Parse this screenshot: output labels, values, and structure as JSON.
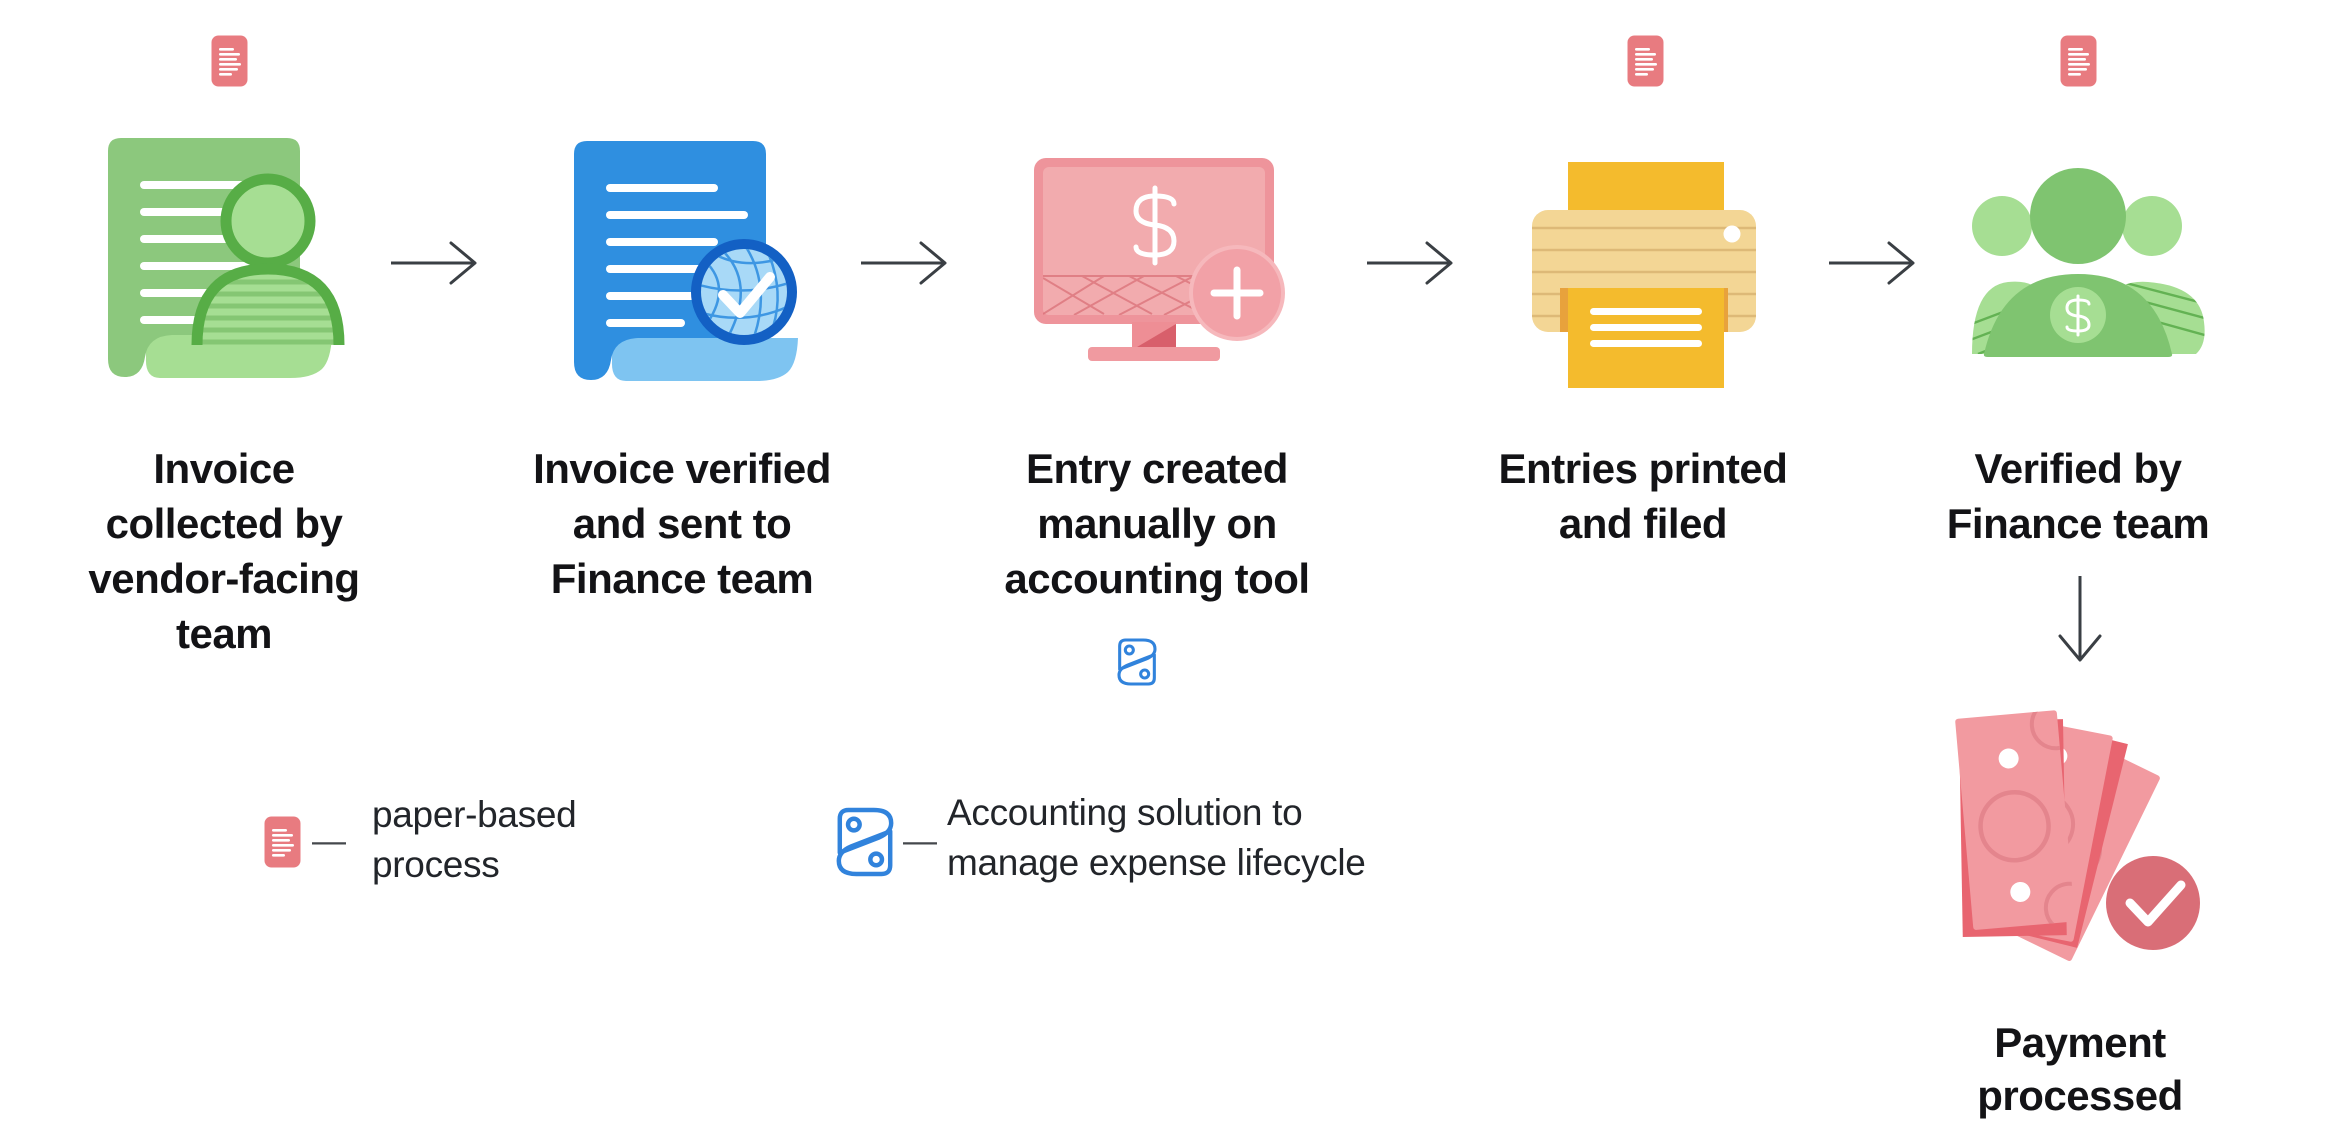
{
  "diagram": {
    "steps": [
      {
        "label": "Invoice\ncollected by\nvendor-facing\nteam",
        "icon": "invoice-person-icon",
        "paper_badge": true
      },
      {
        "label": "Invoice verified\nand sent to\nFinance team",
        "icon": "invoice-verified-icon",
        "paper_badge": false
      },
      {
        "label": "Entry created\nmanually on\naccounting tool",
        "icon": "accounting-monitor-icon",
        "paper_badge": false,
        "tool_icon": "zoho-books-icon"
      },
      {
        "label": "Entries printed\nand filed",
        "icon": "printer-icon",
        "paper_badge": true
      },
      {
        "label": "Verified by\nFinance team",
        "icon": "finance-team-icon",
        "paper_badge": true
      }
    ],
    "final_step": {
      "label": "Payment\nprocessed",
      "icon": "money-check-icon"
    },
    "legend": [
      {
        "icon": "paper-document-icon",
        "separator": "—",
        "label": "paper-based\nprocess"
      },
      {
        "icon": "zoho-books-icon",
        "separator": "—",
        "label": "Accounting solution to\nmanage expense lifecycle"
      }
    ],
    "colors": {
      "background": "#ffffff",
      "text": "#131316",
      "arrow": "#3a3f44",
      "paper_badge_red": "#e87b80",
      "green_primary": "#8cc87d",
      "green_light": "#a6de93",
      "green_dark": "#57ad46",
      "green_people": "#7fc470",
      "blue_primary": "#2f8fe0",
      "blue_light": "#7ec4f1",
      "blue_badge_ring": "#1360c4",
      "blue_badge_fill": "#a8d9f7",
      "pink_screen": "#f2abae",
      "pink_frame": "#ee949b",
      "pink_dark": "#d96d75",
      "money_pink": "#f29aa0",
      "money_red": "#e86570",
      "money_check": "#d96e77",
      "yellow_paper": "#f4bb2d",
      "yellow_body": "#f3d695",
      "books_blue": "#3183dc"
    }
  }
}
